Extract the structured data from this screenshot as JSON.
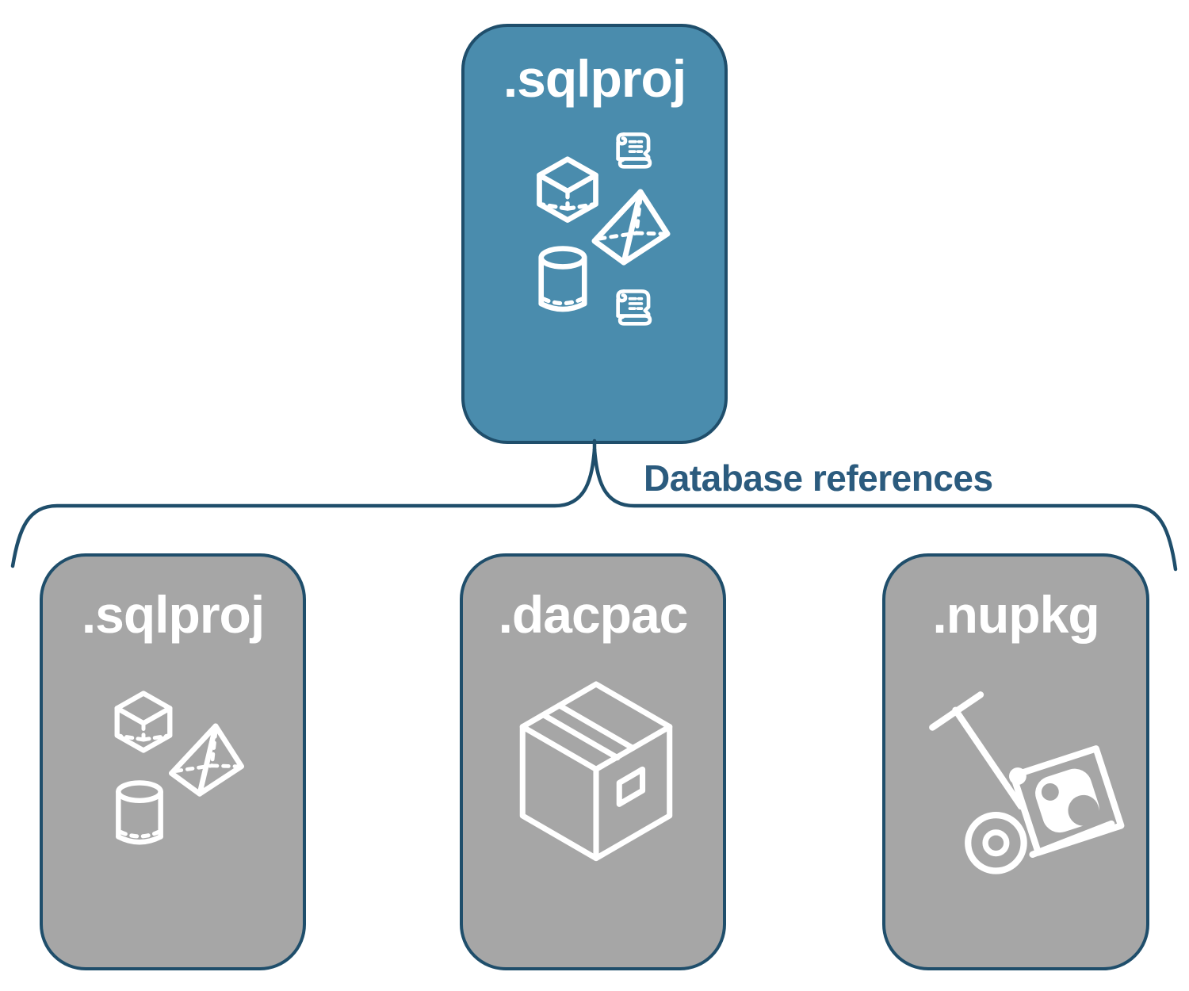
{
  "colors": {
    "background": "#FFFFFF",
    "source_card_fill": "#4A8CAD",
    "target_card_fill": "#A6A6A6",
    "outline": "#1F4E6B",
    "connector_label_text": "#2B5B7E",
    "icon_stroke": "#FFFFFF"
  },
  "diagram": {
    "source_card": {
      "label": ".sqlproj",
      "icons": [
        "cube-icon",
        "scroll-icon",
        "pyramid-icon",
        "cylinder-icon",
        "scroll-icon"
      ]
    },
    "connector": {
      "label": "Database references"
    },
    "target_cards": [
      {
        "label": ".sqlproj",
        "icons": [
          "cube-icon",
          "pyramid-icon",
          "cylinder-icon"
        ]
      },
      {
        "label": ".dacpac",
        "icons": [
          "package-box-icon"
        ]
      },
      {
        "label": ".nupkg",
        "icons": [
          "hand-truck-package-icon"
        ]
      }
    ]
  }
}
